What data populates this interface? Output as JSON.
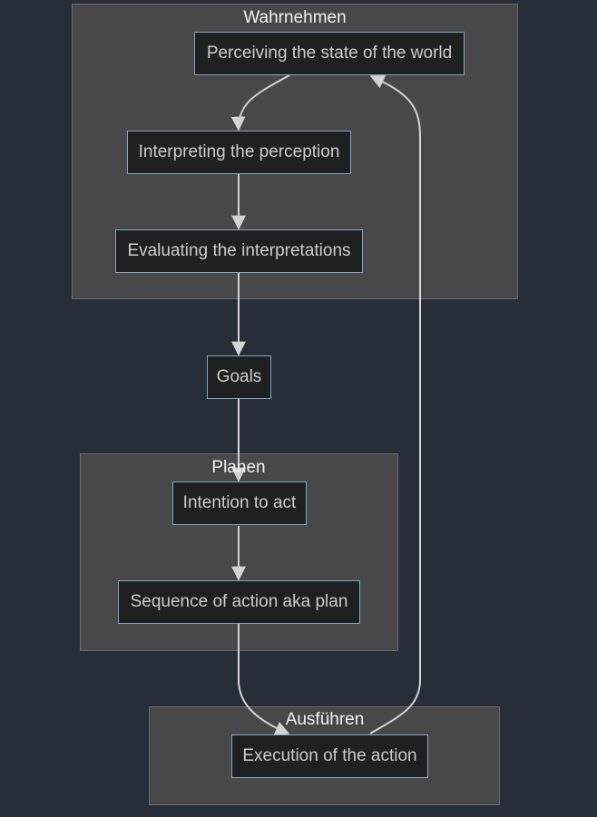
{
  "clusters": {
    "perceive": "Wahrnehmen",
    "plan": "Planen",
    "execute": "Ausführen"
  },
  "nodes": {
    "perceiving": "Perceiving the state of the world",
    "interpreting": "Interpreting the perception",
    "evaluating": "Evaluating the interpretations",
    "goals": "Goals",
    "intention": "Intention to act",
    "sequence": "Sequence of action aka plan",
    "execution": "Execution of the action"
  },
  "colors": {
    "background": "#282d3a",
    "cluster_fill": "#474847",
    "node_fill": "#1f2020",
    "node_border": "#81a6c9",
    "edge": "#d3d3d3"
  }
}
